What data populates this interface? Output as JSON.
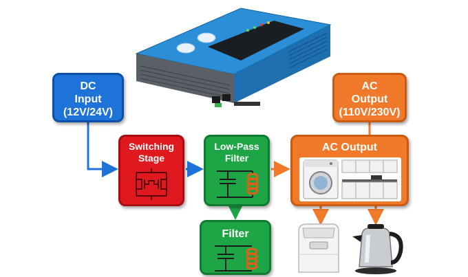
{
  "boxes": {
    "dc_input": [
      "DC",
      "Input",
      "(12V/24V)"
    ],
    "switching": [
      "Switching",
      "Stage"
    ],
    "low_pass": [
      "Low-Pass",
      "Filter"
    ],
    "filter": [
      "Filter"
    ],
    "ac_output_top": [
      "AC",
      "Output",
      "(110V/230V)"
    ],
    "ac_output_main": [
      "AC Output"
    ]
  },
  "colors": {
    "dc_blue": "#1d73d8",
    "switch_red": "#e0191f",
    "filter_green": "#1ea646",
    "ac_orange": "#f07a2a",
    "device_blue": "#2a8fd6"
  },
  "icons": [
    "inverter-device-image",
    "washing-machine-icon",
    "kitchen-cabinet-icon",
    "bread-maker-icon",
    "electric-kettle-icon",
    "h-bridge-switch-icon",
    "inductor-coil-icon",
    "capacitor-icon"
  ]
}
